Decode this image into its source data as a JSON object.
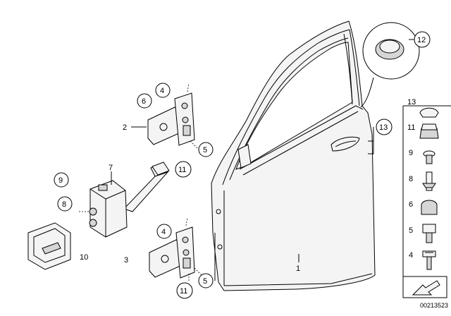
{
  "diagram": {
    "callouts": [
      {
        "id": "c1",
        "text": "1"
      },
      {
        "id": "c2",
        "text": "2"
      },
      {
        "id": "c3",
        "text": "3"
      },
      {
        "id": "c4a",
        "text": "4"
      },
      {
        "id": "c4b",
        "text": "4"
      },
      {
        "id": "c5a",
        "text": "5"
      },
      {
        "id": "c5b",
        "text": "5"
      },
      {
        "id": "c6",
        "text": "6"
      },
      {
        "id": "c7",
        "text": "7"
      },
      {
        "id": "c8",
        "text": "8"
      },
      {
        "id": "c9",
        "text": "9"
      },
      {
        "id": "c10",
        "text": "10"
      },
      {
        "id": "c11a",
        "text": "11"
      },
      {
        "id": "c11b",
        "text": "11"
      },
      {
        "id": "c12",
        "text": "12"
      },
      {
        "id": "c13",
        "text": "13"
      }
    ],
    "legend": [
      {
        "text": "13"
      },
      {
        "text": "11"
      },
      {
        "text": "9"
      },
      {
        "text": "8"
      },
      {
        "text": "6"
      },
      {
        "text": "5"
      },
      {
        "text": "4"
      }
    ],
    "ref_number": "00213523"
  }
}
